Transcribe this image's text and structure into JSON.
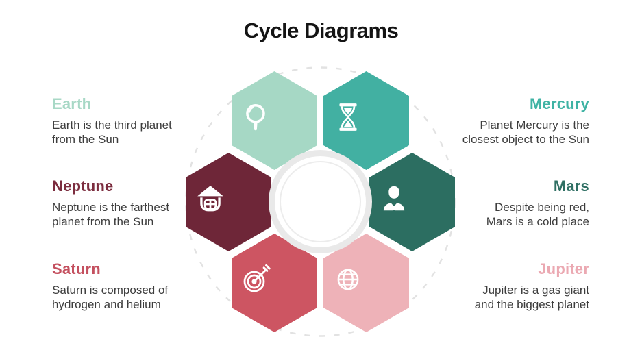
{
  "title": "Cycle Diagrams",
  "planets": {
    "earth": {
      "label": "Earth",
      "line1": "Earth is the third planet",
      "line2": "from the Sun",
      "color": "#a6d8c5",
      "heading_color": "#a8d8c6",
      "icon": "magnifier-icon"
    },
    "mercury": {
      "label": "Mercury",
      "line1": "Planet Mercury is the",
      "line2": "closest object to the Sun",
      "color": "#42b0a2",
      "heading_color": "#3fb3a4",
      "icon": "hourglass-icon"
    },
    "neptune": {
      "label": "Neptune",
      "line1": "Neptune is the farthest",
      "line2": "planet from the Sun",
      "color": "#6e2638",
      "heading_color": "#7c2d3f",
      "icon": "house-icon"
    },
    "mars": {
      "label": "Mars",
      "line1": "Despite being red,",
      "line2": "Mars is a cold place",
      "color": "#2c6e61",
      "heading_color": "#2f6f63",
      "icon": "person-icon"
    },
    "saturn": {
      "label": "Saturn",
      "line1": "Saturn is composed of",
      "line2": "hydrogen and helium",
      "color": "#cd5562",
      "heading_color": "#c4505f",
      "icon": "target-icon"
    },
    "jupiter": {
      "label": "Jupiter",
      "line1": "Jupiter is a gas giant",
      "line2": "and the biggest planet",
      "color": "#eeb2b8",
      "heading_color": "#eba9b2",
      "icon": "globe-icon"
    }
  },
  "decor": {
    "title_color": "#141414",
    "body_text_color": "#3d3d3d",
    "dashed_ring_color": "#e2e2e2",
    "plate_outer_color": "#e9e9e9",
    "icon_color": "#ffffff"
  }
}
